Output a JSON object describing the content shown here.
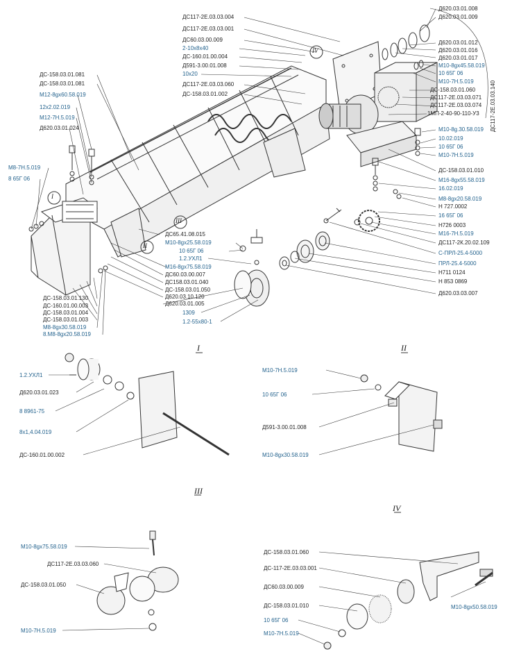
{
  "main_labels_top": [
    {
      "text": "Д620.03.01.008",
      "c": "dark"
    },
    {
      "text": "Д620.03.01.009",
      "c": "dark"
    },
    {
      "text": "ДС117-2Е.03.03.004",
      "c": "dark"
    },
    {
      "text": "ДС117-2Е.03.03.001",
      "c": "dark"
    },
    {
      "text": "ДС60.03.00.009",
      "c": "dark"
    },
    {
      "text": "2-10х8х40",
      "c": "blue"
    },
    {
      "text": "ДС-160.01.00.004",
      "c": "dark"
    },
    {
      "text": "Д591-3.00.01.008",
      "c": "dark"
    },
    {
      "text": "10х20",
      "c": "blue"
    },
    {
      "text": "ДС117-2Е.03.03.060",
      "c": "dark"
    },
    {
      "text": "ДС-158.03.01.002",
      "c": "dark"
    },
    {
      "text": "Д620.03.01.012",
      "c": "dark"
    },
    {
      "text": "Д620.03.01.016",
      "c": "dark"
    },
    {
      "text": "Д620.03.01.017",
      "c": "dark"
    },
    {
      "text": "М10-8gх45.58.019",
      "c": "blue"
    },
    {
      "text": "10 65Г 06",
      "c": "blue"
    },
    {
      "text": "М10-7Н.5.019",
      "c": "blue"
    },
    {
      "text": "ДС-158.03.01.060",
      "c": "dark"
    },
    {
      "text": "ДС117-2Е.03.03.071",
      "c": "dark"
    },
    {
      "text": "ДС117-2Е.03.03.074",
      "c": "dark"
    },
    {
      "text": "1МП-2-40-90-110-У3",
      "c": "dark"
    },
    {
      "text": "М10-8g.30.58.019",
      "c": "blue"
    },
    {
      "text": "10.02.019",
      "c": "blue"
    },
    {
      "text": "10 65Г 06",
      "c": "blue"
    },
    {
      "text": "М10-7Н.5.019",
      "c": "blue"
    },
    {
      "text": "ДС-158.03.01.010",
      "c": "dark"
    },
    {
      "text": "М16-8gх55.58.019",
      "c": "blue"
    },
    {
      "text": "16.02.019",
      "c": "blue"
    },
    {
      "text": "М8-8gх20.58.019",
      "c": "blue"
    },
    {
      "text": "Н 727.0002",
      "c": "dark"
    },
    {
      "text": "16 65Г 06",
      "c": "blue"
    },
    {
      "text": "Н726 0003",
      "c": "dark"
    },
    {
      "text": "М16-7Н.5.019",
      "c": "blue"
    },
    {
      "text": "ДС117-2К.20.02.109",
      "c": "dark"
    },
    {
      "text": "С-ПРЛ-25.4-5000",
      "c": "blue"
    },
    {
      "text": "ПРЛ-25.4-5000",
      "c": "blue"
    },
    {
      "text": "Н711 0124",
      "c": "dark"
    },
    {
      "text": "Н 853 0869",
      "c": "dark"
    },
    {
      "text": "Д620.03.03.007",
      "c": "dark"
    }
  ],
  "vertical_label": "ДС117-2Е.03.03.140",
  "main_labels_left": [
    {
      "text": "ДС-158.03.01.081",
      "c": "dark"
    },
    {
      "text": "ДС-158.03.01.081",
      "c": "dark"
    },
    {
      "text": "М12-8gх60.58.019",
      "c": "blue"
    },
    {
      "text": "12х2.02.019",
      "c": "blue"
    },
    {
      "text": "М12-7Н.5.019",
      "c": "blue"
    },
    {
      "text": "Д620.03.01.024",
      "c": "dark"
    },
    {
      "text": "М8-7Н.5.019",
      "c": "blue"
    },
    {
      "text": "8 65Г 06",
      "c": "blue"
    },
    {
      "text": "ДС65.41.08.015",
      "c": "dark"
    },
    {
      "text": "М10-8gх25.58.019",
      "c": "blue"
    },
    {
      "text": "10 65Г 06",
      "c": "blue"
    },
    {
      "text": "1.2.УХЛ1",
      "c": "blue"
    },
    {
      "text": "М16-8gх75.58.019",
      "c": "blue"
    },
    {
      "text": "ДС60.03.00.007",
      "c": "dark"
    },
    {
      "text": "ДС158.03.01.040",
      "c": "dark"
    },
    {
      "text": "ДС-158.03.01.050",
      "c": "dark"
    },
    {
      "text": "Д620.03.10.120",
      "c": "dark"
    },
    {
      "text": "Д620.03.01.005",
      "c": "dark"
    },
    {
      "text": "1309",
      "c": "blue"
    },
    {
      "text": "1.2-55х80-1",
      "c": "blue"
    },
    {
      "text": "ДС-158.03.01.130",
      "c": "dark"
    },
    {
      "text": "ДС-160.01.00.003",
      "c": "dark"
    },
    {
      "text": "ДС-158.03.01.004",
      "c": "dark"
    },
    {
      "text": "ДС-158.03.01.003",
      "c": "dark"
    },
    {
      "text": "М8-8gх30.58.019",
      "c": "blue"
    },
    {
      "text": "8.М8-8gх20.58.019",
      "c": "blue"
    }
  ],
  "callouts": [
    "I",
    "II",
    "III",
    "IV"
  ],
  "detail_titles": [
    "I",
    "II",
    "III",
    "IV"
  ],
  "detail_I": [
    "1.2.УХЛ1",
    "Д620.03.01.023",
    "8 8961-75",
    "8х1,4.04.019",
    "ДС-160.01.00.002"
  ],
  "detail_II": [
    "М10-7Н.5.019",
    "10 65Г 06",
    "Д591-3.00.01.008",
    "М10-8gх30.58.019"
  ],
  "detail_III": [
    "М10-8gх75.58.019",
    "ДС117-2Е.03.03.060",
    "ДС-158.03.01.050",
    "М10-7Н.5.019"
  ],
  "detail_IV": [
    "ДС-158.03.01.060",
    "ДС-117-2Е.03.03.001",
    "ДС60.03.00.009",
    "ДС-158.03.01.010",
    "10 65Г 06",
    "М10-7Н.5.019",
    "М10-8gх50.58.019"
  ],
  "colors": {
    "ink": "#222222",
    "blue": "#1f5f8b",
    "line": "#333333",
    "paper": "#ffffff"
  }
}
